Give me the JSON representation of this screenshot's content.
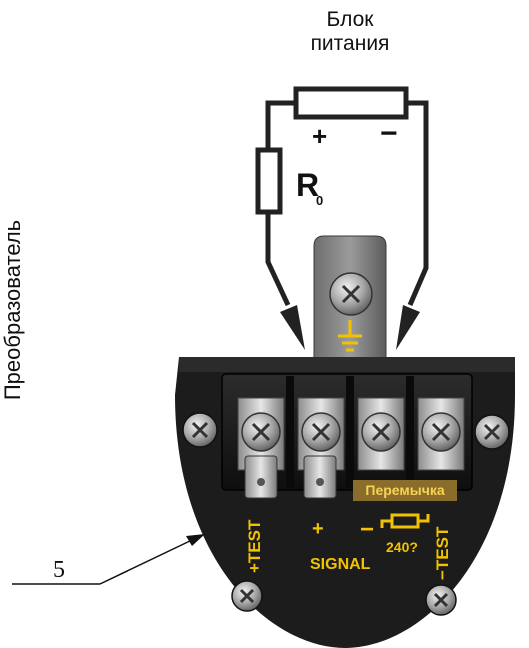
{
  "side_label": "Преобразователь",
  "power_supply": {
    "line1": "Блок",
    "line2": "питания"
  },
  "polarity": {
    "plus": "+",
    "minus": "−"
  },
  "resistor": {
    "letter": "R",
    "subscript": "0"
  },
  "terminals": {
    "test_plus": "+TEST",
    "plus": "+",
    "minus": "−",
    "signal": "SIGNAL",
    "resistor_value": "240?",
    "test_minus": "−TEST",
    "bridge": "Перемычка"
  },
  "callout": "5",
  "colors": {
    "marking": "#f1c200",
    "housing": "#1c1c1c",
    "wire": "#222222"
  }
}
